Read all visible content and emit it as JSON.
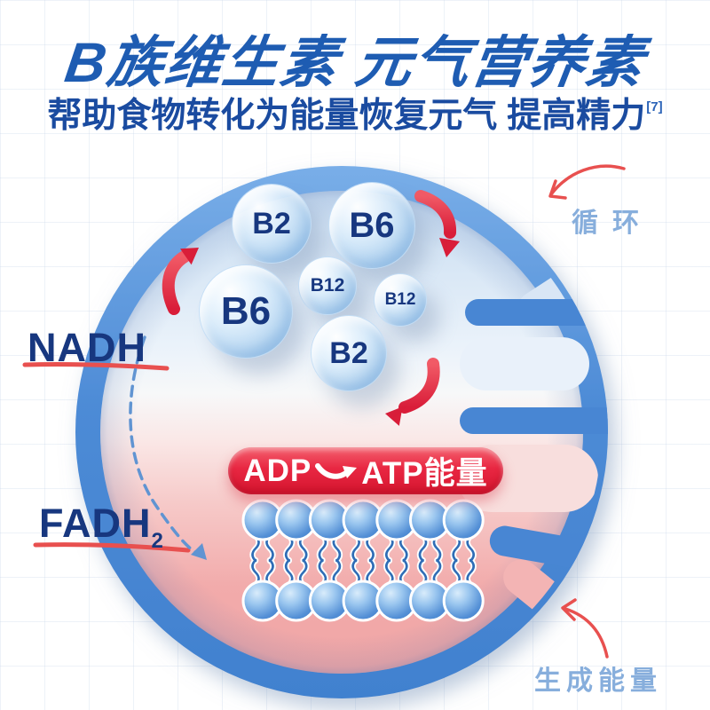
{
  "header": {
    "title": "B族维生素 元气营养素",
    "subtitle": "帮助食物转化为能量恢复元气 提高精力",
    "footnote_marker": "[7]"
  },
  "diagram": {
    "bubbles": [
      {
        "label": "B2"
      },
      {
        "label": "B6"
      },
      {
        "label": "B12"
      },
      {
        "label": "B12"
      },
      {
        "label": "B6"
      },
      {
        "label": "B2"
      }
    ],
    "side_labels": {
      "nadh": "NADH",
      "fadh_base": "FADH",
      "fadh_sub": "2"
    },
    "annotations": {
      "cycle": "循环",
      "generate_energy": "生成能量"
    },
    "pill": {
      "from": "ADP",
      "to": "ATP能量"
    }
  },
  "colors": {
    "title_blue": "#1E5CB2",
    "subtitle_blue": "#1A4BA0",
    "ring_blue": "#4886D3",
    "label_navy": "#17377F",
    "annotation_blue": "#87AEDC",
    "accent_red": "#E0203A"
  }
}
